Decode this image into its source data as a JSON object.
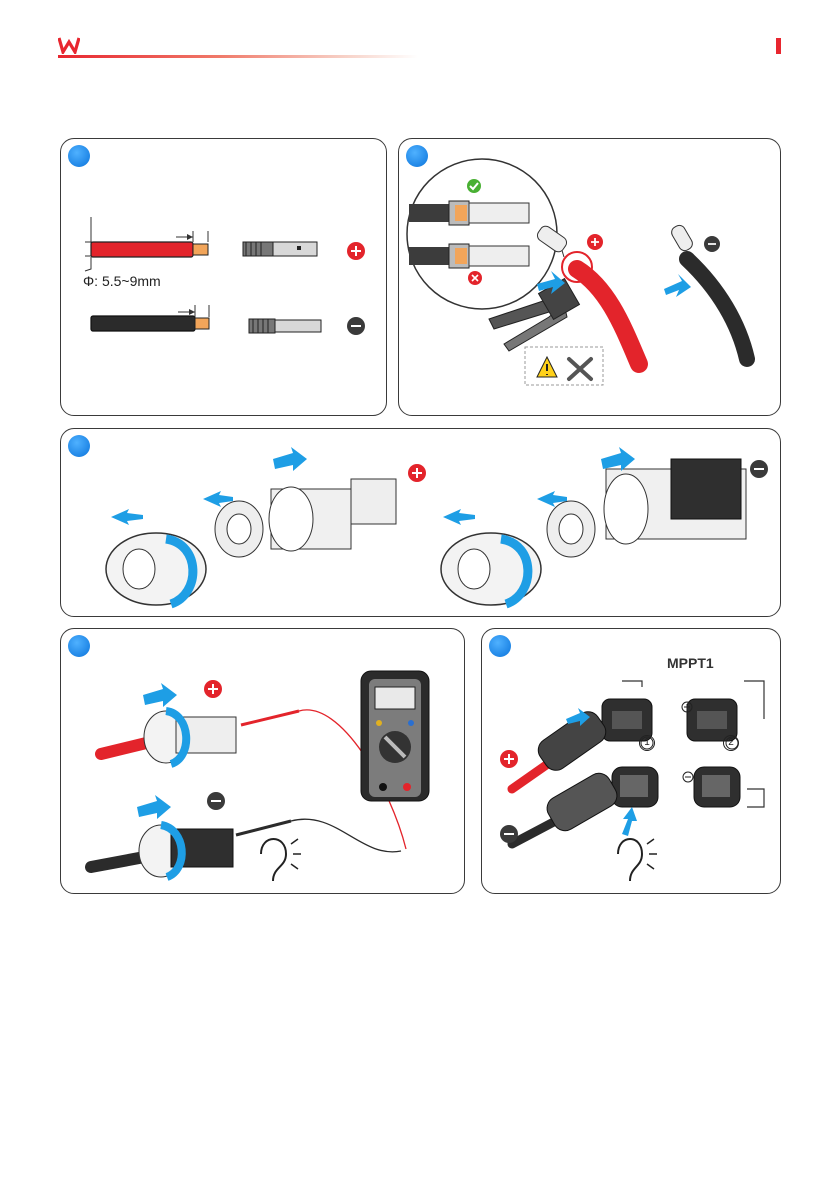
{
  "header": {
    "logo_icon": "goodwe-logo-icon",
    "accent_color": "#e8262f"
  },
  "panel1": {
    "diameter_label": "Φ: 5.5~9mm"
  },
  "panel2": {
    "warning_icon": "warning-icon",
    "tools_icon": "tools-icon"
  },
  "panel5": {
    "mppt_label": "MPPT1",
    "port1": "1",
    "port2": "2"
  },
  "colors": {
    "step_blue": "#1f86e6",
    "arrow_blue": "#1e9ee5",
    "cable_red": "#e3242b",
    "cable_black": "#2b2b2b"
  }
}
